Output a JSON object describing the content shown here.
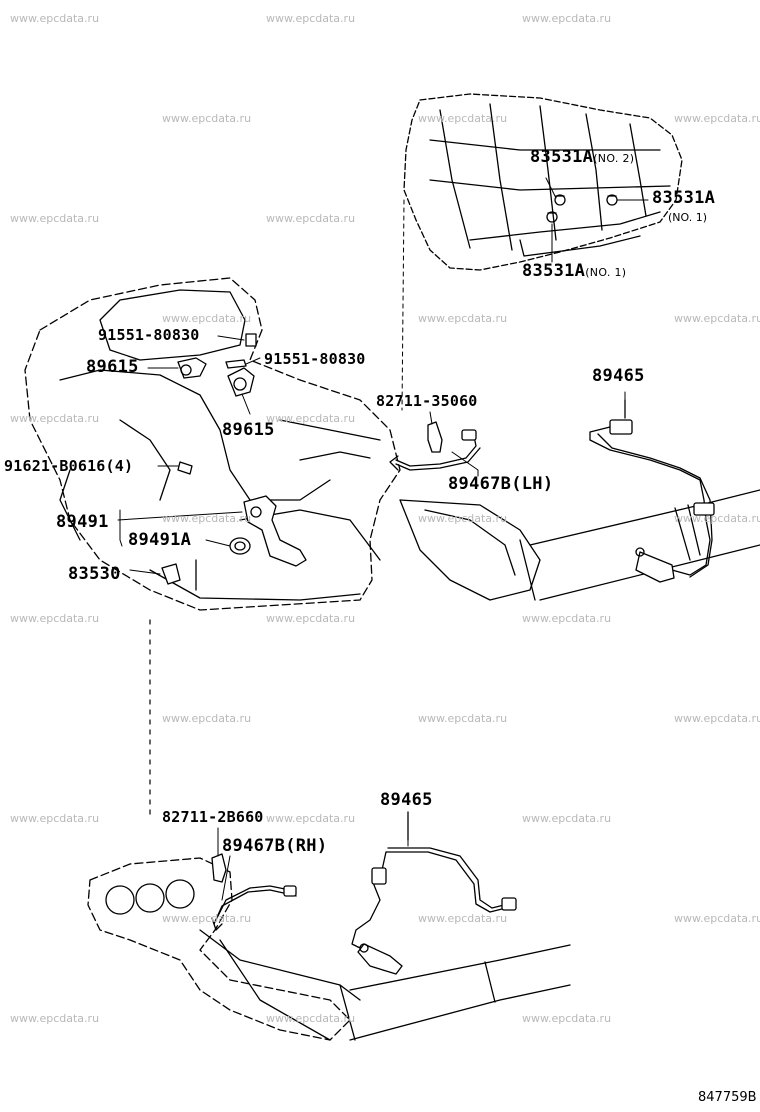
{
  "watermark": "www.epcdata.ru",
  "diagram_code": "847759B",
  "labels": {
    "p83531a_no2": "83531A",
    "p83531a_no2_note": "(NO. 2)",
    "p83531a_right": "83531A",
    "p83531a_right_note": "(NO. 1)",
    "p83531a_bottom": "83531A",
    "p83531a_bottom_note": "(NO. 1)",
    "p91551_top": "91551-80830",
    "p91551_mid": "91551-80830",
    "p89615_left": "89615",
    "p89615_bottom": "89615",
    "p91621": "91621-B0616(4)",
    "p89491": "89491",
    "p89491a": "89491A",
    "p83530": "83530",
    "p82711_35060": "82711-35060",
    "p89467b_lh": "89467B(LH)",
    "p89465_top": "89465",
    "p89465_bottom": "89465",
    "p82711_2b660": "82711-2B660",
    "p89467b_rh": "89467B(RH)"
  }
}
